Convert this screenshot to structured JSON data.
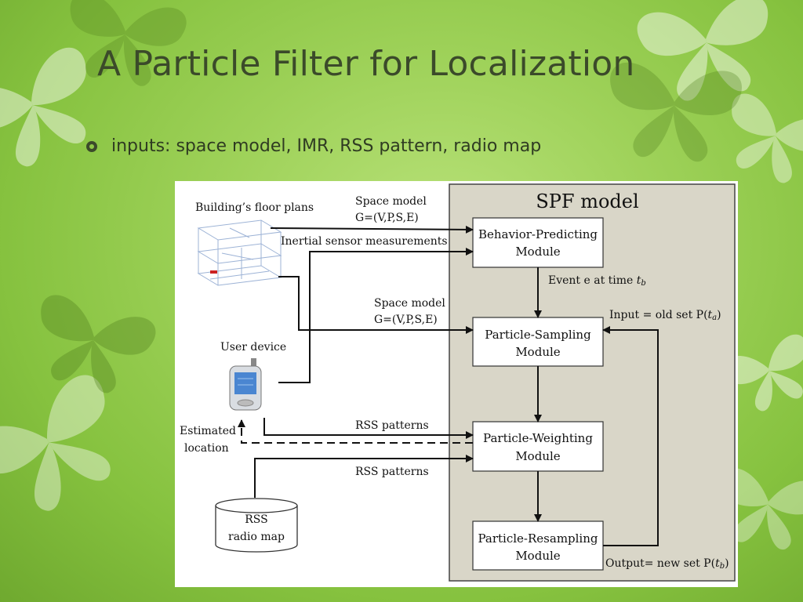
{
  "slide": {
    "title": "A Particle Filter for Localization",
    "bullet": "inputs: space model, IMR, RSS pattern, radio map"
  },
  "diagram": {
    "spf_title": "SPF model",
    "floor_plans_label": "Building’s floor plans",
    "user_device_label": "User device",
    "estimated_location": [
      "Estimated",
      "location"
    ],
    "rss_db": [
      "RSS",
      "radio map"
    ],
    "modules": {
      "behavior": [
        "Behavior-Predicting",
        "Module"
      ],
      "sampling": [
        "Particle-Sampling",
        "Module"
      ],
      "weighting": [
        "Particle-Weighting",
        "Module"
      ],
      "resampling": [
        "Particle-Resampling",
        "Module"
      ]
    },
    "edges": {
      "space_model_top": [
        "Space model",
        "G=(V,P,S,E)"
      ],
      "inertial": "Inertial sensor measurements",
      "space_model_mid": [
        "Space model",
        "G=(V,P,S,E)"
      ],
      "event_prefix": "Event e at time ",
      "event_t": "t",
      "event_sub": "b",
      "input_prefix": "Input = old set P(",
      "input_t": "t",
      "input_sub": "a",
      "input_suffix": ")",
      "rss_patterns_1": "RSS patterns",
      "rss_patterns_2": "RSS patterns",
      "output_prefix": "Output= new set P(",
      "output_t": "t",
      "output_sub": "b",
      "output_suffix": ")"
    }
  },
  "colors": {
    "title_text": "#3b4a2a",
    "spf_panel_fill": "#d9d6c8",
    "box_stroke": "#333333"
  }
}
